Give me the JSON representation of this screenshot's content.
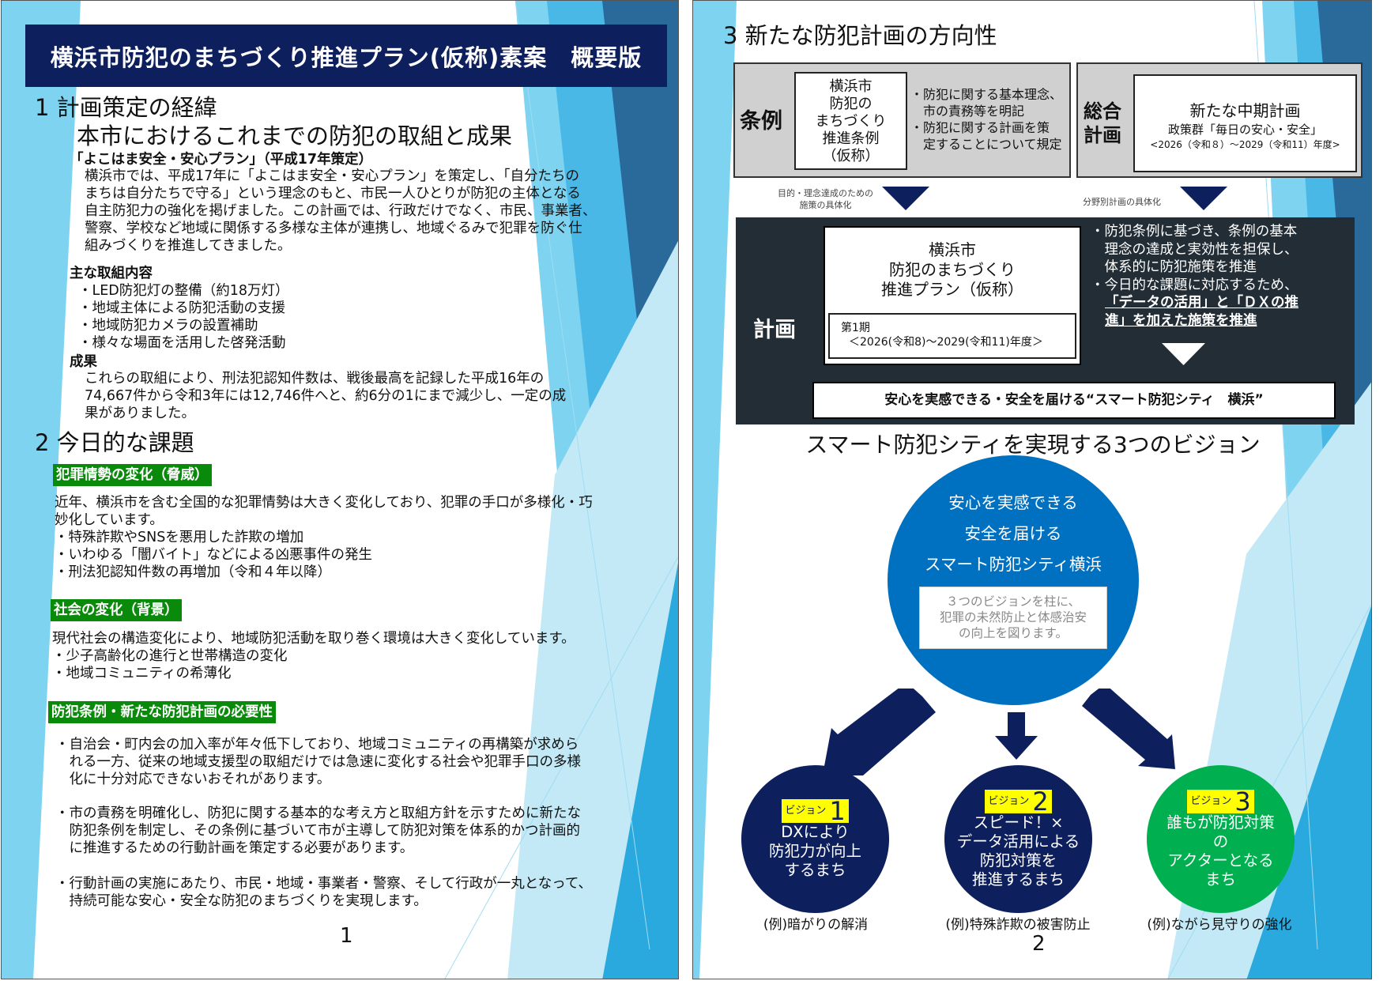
{
  "page1": {
    "title": "横浜市防犯のまちづくり推進プラン(仮称)素案　概要版",
    "section1": {
      "heading": "1  計画策定の経緯",
      "subheading": "本市におけるこれまでの防犯の取組と成果",
      "plan_title": "「よこはま安全・安心プラン」（平成17年策定）",
      "plan_text": "横浜市では、平成17年に「よこはま安全・安心プラン」を策定し、「自分たちの\nまちは自分たちで守る」という理念のもと、市民一人ひとりが防犯の主体となる\n自主防犯力の強化を掲げました。この計画では、行政だけでなく、市民、事業者、\n警察、学校など地域に関係する多様な主体が連携し、地域ぐるみで犯罪を防ぐ仕\n組みづくりを推進してきました。",
      "activities_heading": "主な取組内容",
      "activities": [
        "・LED防犯灯の整備（約18万灯）",
        "・地域主体による防犯活動の支援",
        "・地域防犯カメラの設置補助",
        "・様々な場面を活用した啓発活動"
      ],
      "results_heading": "成果",
      "results_text": "これらの取組により、刑法犯認知件数は、戦後最高を記録した平成16年の\n74,667件から令和3年には12,746件へと、約6分の1にまで減少し、一定の成\n果がありました。"
    },
    "section2": {
      "heading": "2  今日的な課題",
      "label1": "犯罪情勢の変化（脅威）",
      "text1": "近年、横浜市を含む全国的な犯罪情勢は大きく変化しており、犯罪の手口が多様化・巧\n妙化しています。\n・特殊詐欺やSNSを悪用した詐欺の増加\n・いわゆる「闇バイト」などによる凶悪事件の発生\n・刑法犯認知件数の再増加（令和４年以降）",
      "label2": "社会の変化（背景）",
      "text2": "現代社会の構造変化により、地域防犯活動を取り巻く環境は大きく変化しています。\n・少子高齢化の進行と世帯構造の変化\n・地域コミュニティの希薄化",
      "label3": "防犯条例・新たな防犯計画の必要性",
      "bullets": [
        "・自治会・町内会の加入率が年々低下しており、地域コミュニティの再構築が求めら\n　れる一方、従来の地域支援型の取組だけでは急速に変化する社会や犯罪手口の多様\n　化に十分対応できないおそれがあります。",
        "・市の責務を明確化し、防犯に関する基本的な考え方と取組方針を示すために新たな\n　防犯条例を制定し、その条例に基づいて市が主導して防犯対策を体系的かつ計画的\n　に推進するための行動計画を策定する必要があります。",
        "・行動計画の実施にあたり、市民・地域・事業者・警察、そして行政が一丸となって、\n　持続可能な安心・安全な防犯のまちづくりを実現します。"
      ]
    },
    "page_number": "1"
  },
  "page2": {
    "heading": "3  新たな防犯計画の方向性",
    "ordinance": {
      "label": "条例",
      "name": "横浜市\n防犯の\nまちづくり\n推進条例\n（仮称）",
      "desc": "・防犯に関する基本理念、\n　市の責務等を明記\n・防犯に関する計画を策\n　定することについて規定"
    },
    "general": {
      "label": "総合\n計画",
      "title": "新たな中期計画",
      "policy": "政策群「毎日の安心・安全」",
      "period": "<2026（令和８）～2029（令和11）年度>"
    },
    "caption_left": "目的・理念達成のための\n施策の具体化",
    "caption_right": "分野別計画の具体化",
    "plan": {
      "label": "計画",
      "name": "横浜市\n防犯のまちづくり\n推進プラン（仮称）",
      "term": "第1期",
      "term_period": "＜2026(令和8)～2029(令和11)年度＞",
      "desc": "・防犯条例に基づき、条例の基本\n　理念の達成と実効性を担保し、\n　体系的に防犯施策を推進\n・今日的な課題に対応するため、",
      "desc_emph": "「データの活用」と「ＤＸの推\n進」を加えた施策を推進",
      "slogan": "安心を実感できる・安全を届ける“スマート防犯シティ　横浜”"
    },
    "vision_heading": "スマート防犯シティを実現する3つのビジョン",
    "main_circle": {
      "lines": [
        "安心を実感できる",
        "安全を届ける",
        "スマート防犯シティ横浜"
      ],
      "note": "３つのビジョンを柱に、\n犯罪の未然防止と体感治安\nの向上を図ります。"
    },
    "visions": [
      {
        "tag": "ビジョン",
        "num": "1",
        "text": "DXにより\n防犯力が向上\nするまち",
        "example": "(例)暗がりの解消",
        "color": "#0d1f5c"
      },
      {
        "tag": "ビジョン",
        "num": "2",
        "text": "スピード！×\nデータ活用による\n防犯対策を\n推進するまち",
        "example": "(例)特殊詐欺の被害防止",
        "color": "#0d1f5c"
      },
      {
        "tag": "ビジョン",
        "num": "3",
        "text": "誰もが防犯対策\nの\nアクターとなる\nまち",
        "example": "(例)ながら見守りの強化",
        "color": "#00b050"
      }
    ],
    "page_number": "2"
  },
  "colors": {
    "navy": "#0d1f5c",
    "green_label": "#0a8a0a",
    "circle_blue": "#0070c0",
    "vision_green": "#00b050",
    "dark_panel": "#222d36",
    "highlight": "#ffff00"
  }
}
